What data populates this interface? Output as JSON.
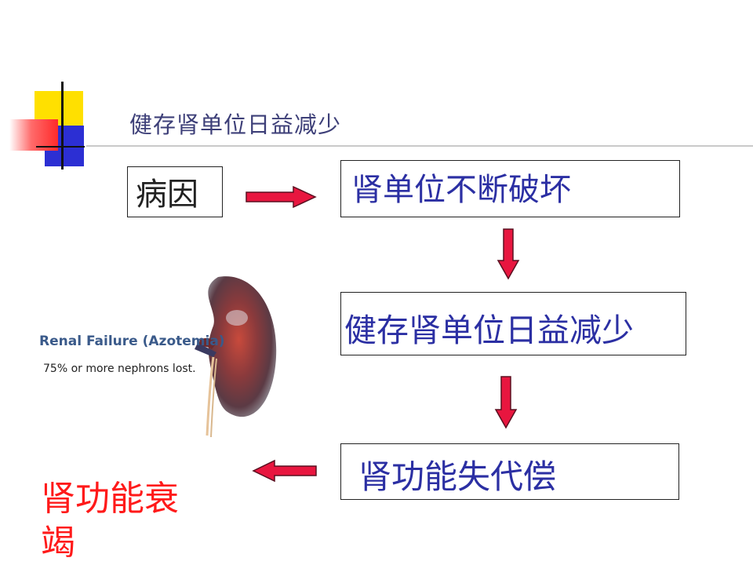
{
  "slide": {
    "title": "健存肾单位日益减少"
  },
  "flow": {
    "cause": "病因",
    "step1": "肾单位不断破坏",
    "step2": "健存肾单位日益减少",
    "step3": "肾功能失代偿",
    "result": "肾功能衰竭"
  },
  "illustration": {
    "label_main": "Renal Failure (Azotemia)",
    "label_sub": "75% or more nephrons lost."
  },
  "colors": {
    "arrow_fill": "#e8163f",
    "box_text": "#2b2fa3",
    "result_text": "#ff1a1a",
    "title_text": "#3d3f78"
  }
}
